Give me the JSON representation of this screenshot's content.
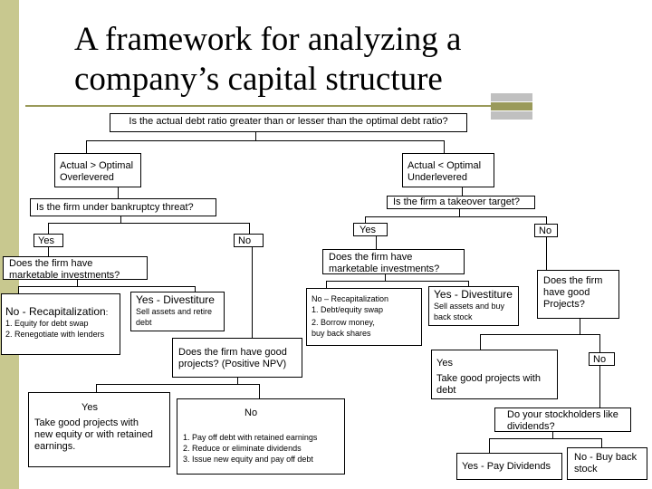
{
  "title": {
    "line1": "A framework for analyzing a",
    "line2": "company’s capital structure"
  },
  "decor": {
    "sidebar_color": "#c8c88f",
    "rule_color": "#9a9a5a",
    "square_colors": [
      "#c0c0c0",
      "#9a9a5a",
      "#c0c0c0"
    ]
  },
  "nodes": {
    "root": "Is the actual debt ratio greater than or lesser than the optimal debt ratio?",
    "over": {
      "l1": "Actual > Optimal",
      "l2": "Overlevered"
    },
    "under": {
      "l1": "Actual < Optimal",
      "l2": "Underlevered"
    },
    "bankruptcy": "Is the firm under bankruptcy threat?",
    "takeover": "Is the firm a takeover target?",
    "yes_left": "Yes",
    "no_left": "No",
    "yes_mid": "Yes",
    "no_right": "No",
    "mkt_left": {
      "l1": "Does the firm have",
      "l2": "marketable investments?"
    },
    "mkt_mid": {
      "l1": "Does the firm have",
      "l2": "marketable investments?"
    },
    "no_recap_left": {
      "head": "No - Recapitalization",
      "colon": ":",
      "l1": "1. Equity for debt swap",
      "l2": "2. Renegotiate with lenders"
    },
    "yes_divest_left": {
      "head": "Yes - Divestiture",
      "l1": "Sell assets and retire",
      "l2": "debt"
    },
    "good_projects_npv": {
      "l1": "Does the firm have good",
      "l2": "projects? (Positive NPV)"
    },
    "no_recap_mid": {
      "head": "No – Recapitalization",
      "l1": "1. Debt/equity swap",
      "l2": "2. Borrow money,",
      "l3": "buy back shares"
    },
    "yes_divest_mid": {
      "head": "Yes - Divestiture",
      "l1": "Sell assets and buy",
      "l2": "back stock"
    },
    "good_projects_right": {
      "l1": "Does the firm",
      "l2": "have good",
      "l3": "Projects?"
    },
    "yes_take_right": {
      "head": "Yes",
      "l1": "Take good projects with",
      "l2": "debt"
    },
    "no_right2": "No",
    "yes_bottom": {
      "head": "Yes",
      "l1": "Take good projects with",
      "l2": "new equity or with retained",
      "l3": "earnings."
    },
    "no_bottom": {
      "head": "No",
      "l1": "1. Pay off debt with retained earnings",
      "l2": "2. Reduce or eliminate dividends",
      "l3": "3. Issue new equity and pay off debt"
    },
    "stockholders": {
      "l1": "Do your stockholders like",
      "l2": "dividends?"
    },
    "yes_pay": "Yes - Pay Dividends",
    "no_buyback": {
      "l1": "No - Buy back",
      "l2": "stock"
    }
  }
}
